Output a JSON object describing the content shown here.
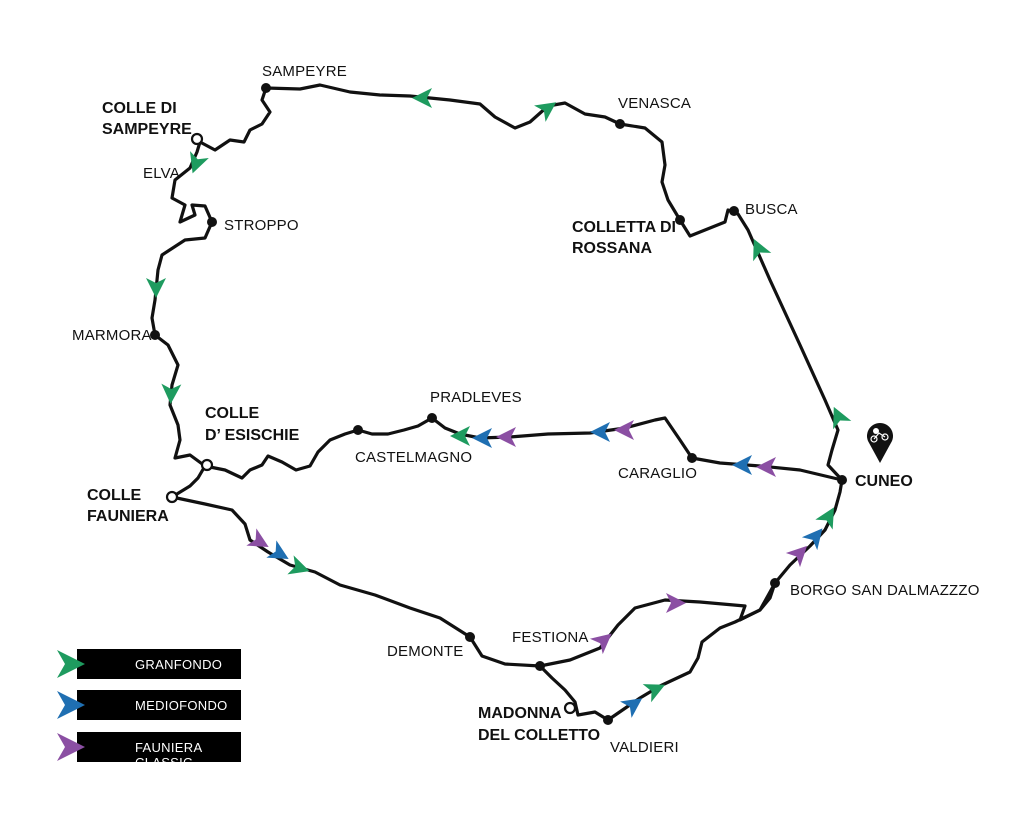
{
  "map": {
    "towns": {
      "sampeyre": "SAMPEYRE",
      "venasca": "VENASCA",
      "busca": "BUSCA",
      "colletta_line1": "COLLETTA DI",
      "colletta_line2": "ROSSANA",
      "colle_sampeyre_line1": "COLLE DI",
      "colle_sampeyre_line2": "SAMPEYRE",
      "elva": "ELVA",
      "stroppo": "STROPPO",
      "marmora": "MARMORA",
      "colle_esischie_line1": "COLLE",
      "colle_esischie_line2": "D’ ESISCHIE",
      "colle_fauniera_line1": "COLLE",
      "colle_fauniera_line2": "FAUNIERA",
      "pradleves": "PRADLEVES",
      "castelmagno": "CASTELMAGNO",
      "caraglio": "CARAGLIO",
      "cuneo": "CUNEO",
      "borgo": "BORGO SAN DALMAZZZO",
      "demonte": "DEMONTE",
      "festiona": "FESTIONA",
      "madonna_line1": "MADONNA",
      "madonna_line2": "DEL COLLETTO",
      "valdieri": "VALDIERI"
    },
    "icons": {
      "start_marker": "cyclist-location-pin-icon"
    }
  },
  "legend": {
    "items": [
      {
        "label": "GRANFONDO",
        "color": "#1e9b5f",
        "icon": "green-arrow-icon"
      },
      {
        "label": "MEDIOFONDO",
        "color": "#1f6fb2",
        "icon": "blue-arrow-icon"
      },
      {
        "label": "FAUNIERA CLASSIC",
        "color": "#8b4fa3",
        "icon": "purple-arrow-icon"
      }
    ]
  },
  "colors": {
    "route": "#111111",
    "granfondo": "#1e9b5f",
    "mediofondo": "#1f6fb2",
    "fauniera": "#8b4fa3"
  }
}
